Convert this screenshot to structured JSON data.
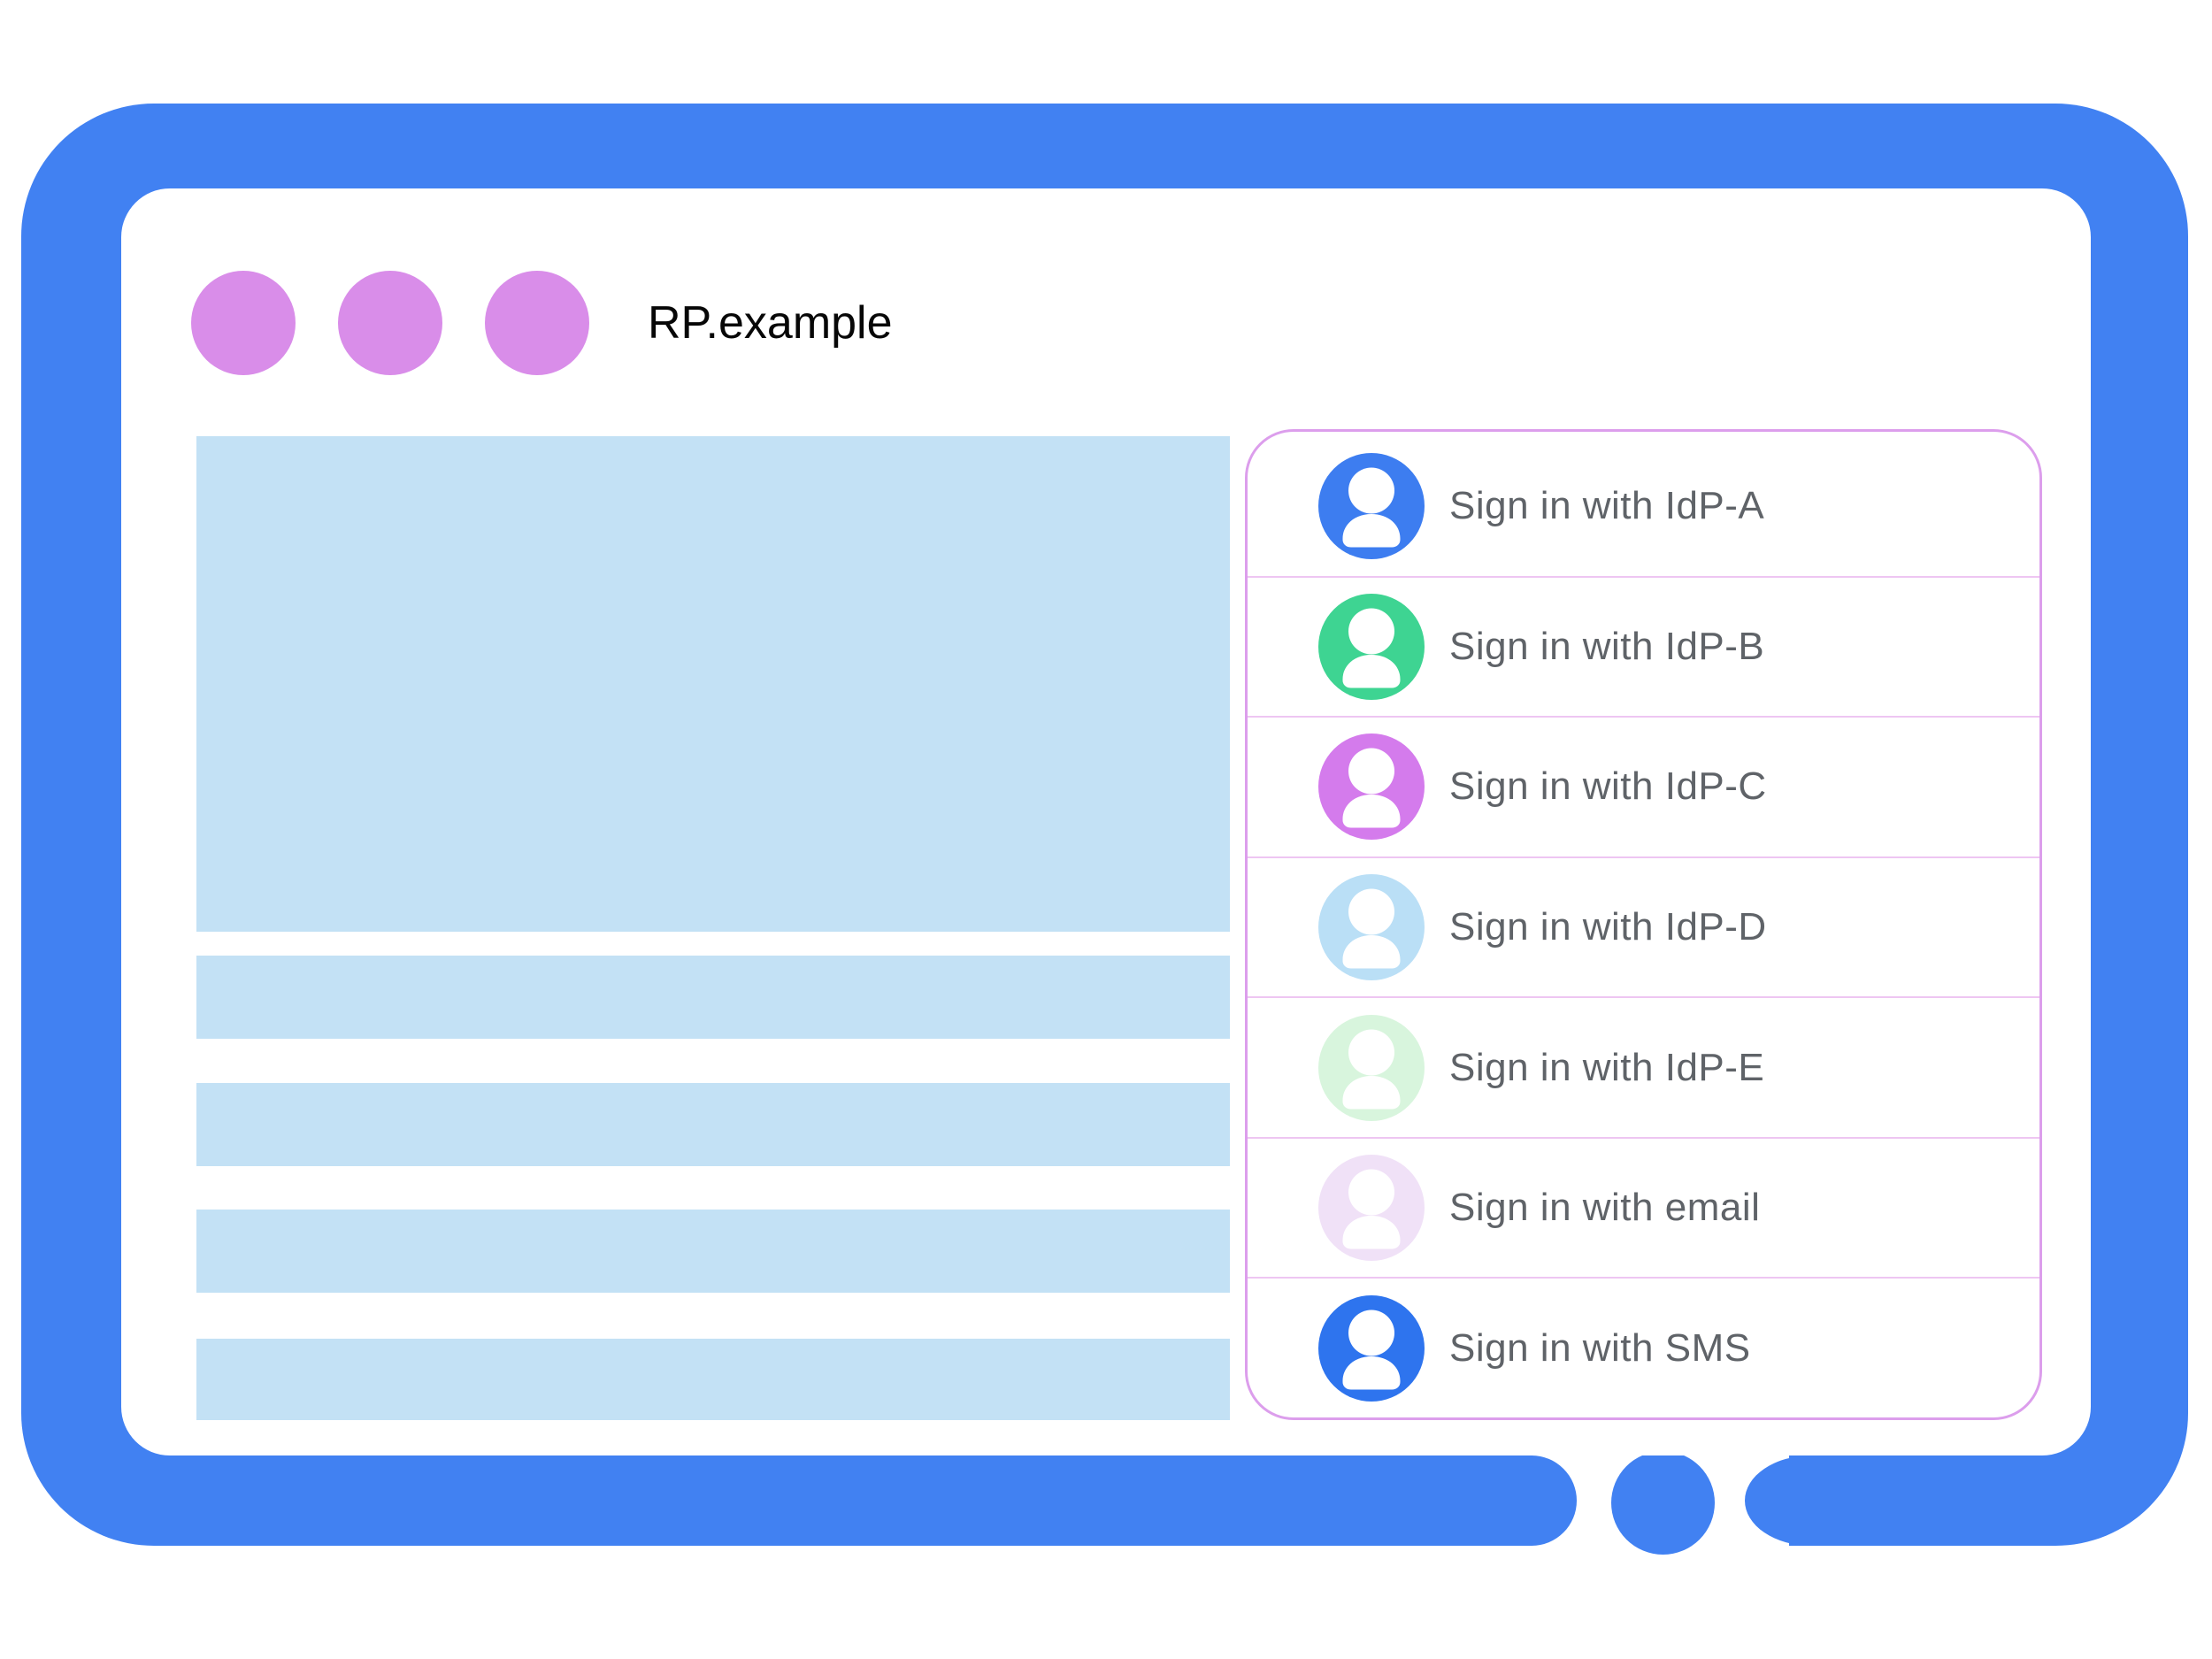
{
  "browser_window": {
    "title": "RP.example"
  },
  "signin_panel": {
    "options": [
      {
        "label": "Sign in with IdP-A",
        "icon": "person-icon",
        "avatar_color": "#3d7df0"
      },
      {
        "label": "Sign in with IdP-B",
        "icon": "person-icon",
        "avatar_color": "#3ed492"
      },
      {
        "label": "Sign in with IdP-C",
        "icon": "person-icon",
        "avatar_color": "#d47bec"
      },
      {
        "label": "Sign in with IdP-D",
        "icon": "person-icon",
        "avatar_color": "#badff6"
      },
      {
        "label": "Sign in with IdP-E",
        "icon": "person-icon",
        "avatar_color": "#d8f5dd"
      },
      {
        "label": "Sign in with email",
        "icon": "person-icon",
        "avatar_color": "#f0e1f7"
      },
      {
        "label": "Sign in with SMS",
        "icon": "person-icon",
        "avatar_color": "#2e74ee"
      }
    ]
  },
  "colors": {
    "frame_blue": "#4181f2",
    "window_dot_purple": "#d98de9",
    "content_placeholder_blue": "#c3e1f5",
    "panel_border_pink": "#dc9eec",
    "panel_divider_pink": "#eec6f2",
    "option_label_gray": "#5f6368"
  }
}
